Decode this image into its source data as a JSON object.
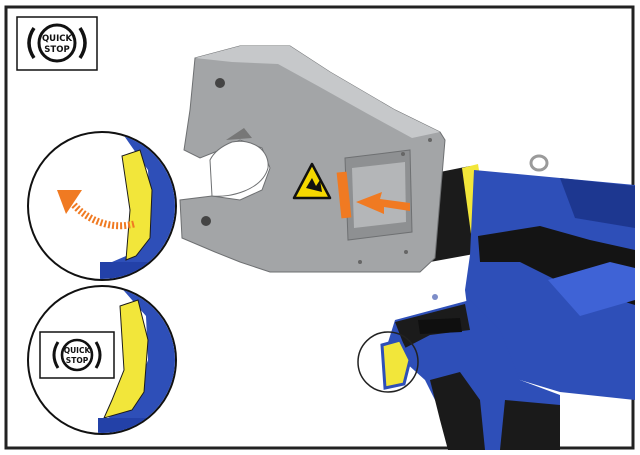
{
  "badge_top": {
    "line1": "QUICK",
    "line2": "STOP",
    "icon": "quick-stop-badge"
  },
  "badge_detail": {
    "line1": "QUICK",
    "line2": "STOP",
    "icon": "quick-stop-badge"
  },
  "colors": {
    "tool_blue": "#2e4fb8",
    "tool_black": "#1a1a1a",
    "trigger_yellow": "#f2e63a",
    "head_gray": "#a3a5a7",
    "arrow_orange": "#f07a22",
    "frame_border": "#222222"
  },
  "icons": {
    "warning": "hand-crush-warning-icon",
    "insert_arrow": "insert-arrow-icon",
    "rotate_arrow": "rotate-arrow-icon"
  }
}
